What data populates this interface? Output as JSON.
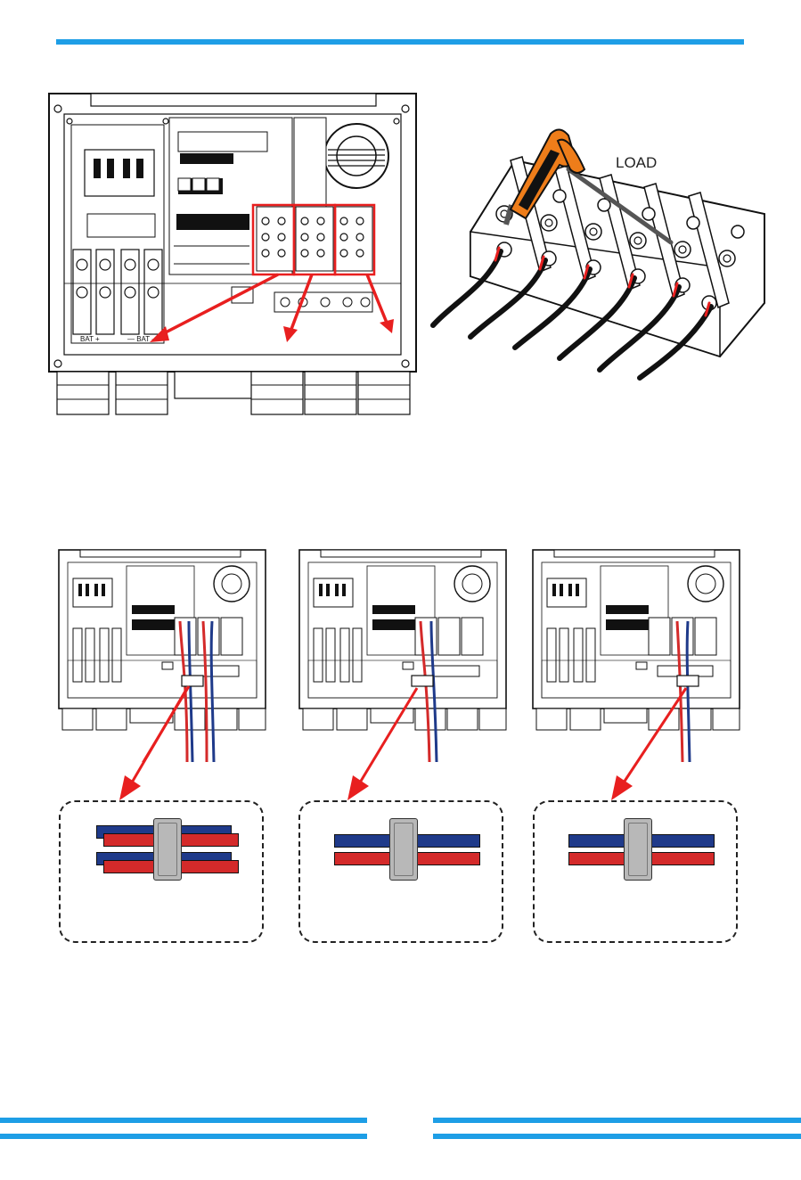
{
  "header_rule_color": "#1e9ee6",
  "top_diagram": {
    "load_label": "LOAD",
    "highlight_color": "#e81f1f",
    "battery_labels": [
      "BAT +",
      "— BAT -"
    ],
    "tool_icon": "t-handle-hex-wrench-icon"
  },
  "ferrite_examples": [
    {
      "pairs": 2,
      "layout": "two-pairs"
    },
    {
      "pairs": 1,
      "layout": "one-pair"
    },
    {
      "pairs": 1,
      "layout": "one-pair"
    }
  ],
  "wire_colors": {
    "blue": "#1f3a8a",
    "red": "#d42a2a"
  },
  "footer_rule_color": "#1e9ee6"
}
